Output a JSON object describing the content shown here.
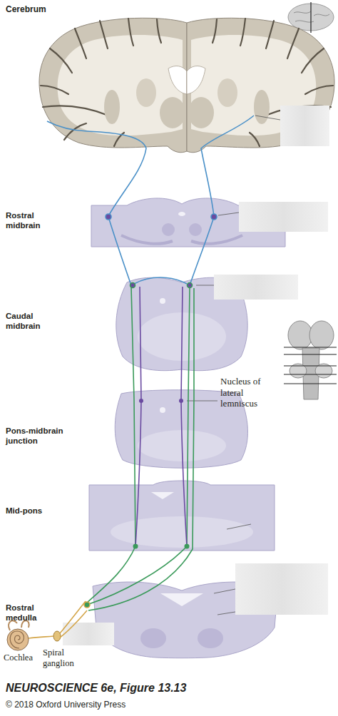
{
  "diagram": {
    "caption": "NEUROSCIENCE 6e, Figure 13.13",
    "labels": [
      "Cerebrum",
      "Rostral midbrain",
      "Caudal midbrain",
      "Nucleus of lateral lemniscus",
      "Pons-midbrain junction",
      "Mid-pons",
      "Rostral medulla",
      "Cochlea",
      "Spiral ganglion",
      "© 2018 Oxford University Press"
    ]
  }
}
